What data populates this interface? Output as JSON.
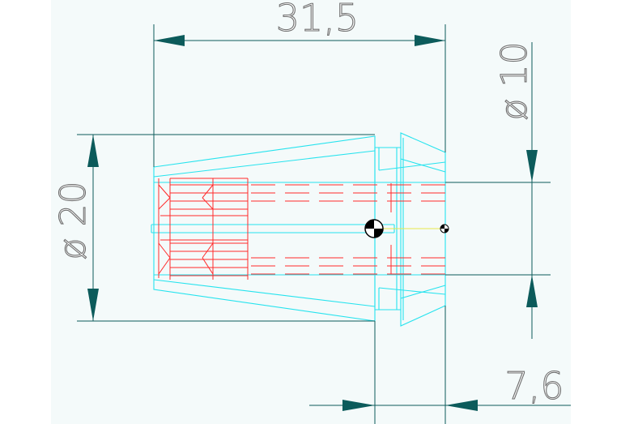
{
  "drawing": {
    "background": "#f4fafa",
    "colors": {
      "outline": "#26e3ee",
      "hidden": "#ff2a2a",
      "dimension": "#0c5b5b",
      "axis": "#e8e84a"
    },
    "dimensions": {
      "overall_length": "31,5",
      "outer_diameter": "ø 20",
      "bore_diameter": "ø 10",
      "head_length": "7,6"
    }
  }
}
